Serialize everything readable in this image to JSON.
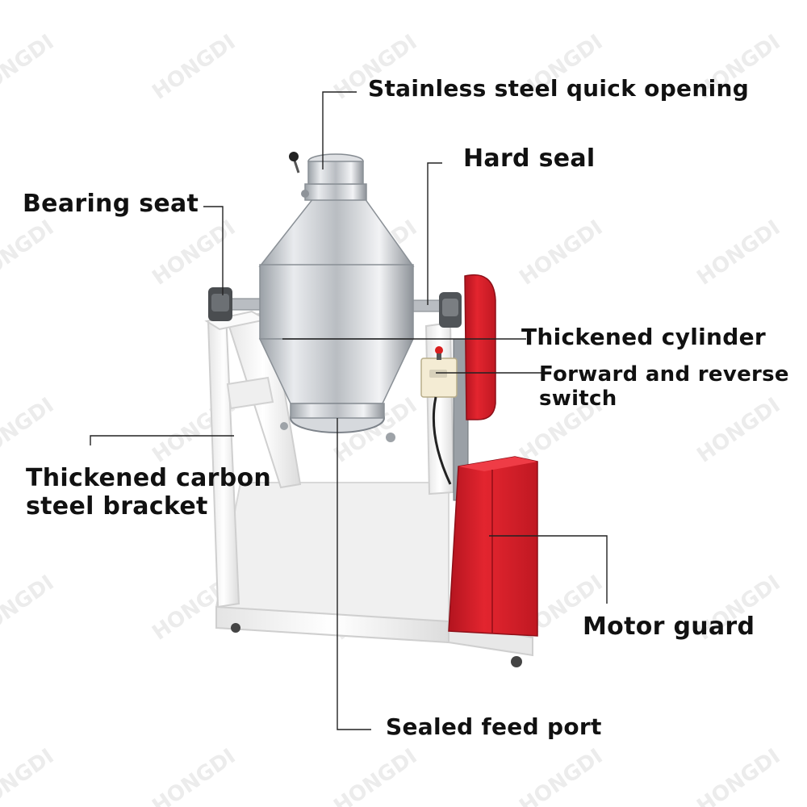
{
  "watermark": "HONGDI",
  "colors": {
    "steel": "#c2c5c9",
    "steel_dark": "#8b9096",
    "frame": "#f4f4f4",
    "motor_red": "#d8202d",
    "leader": "#222222",
    "text": "#111111"
  },
  "labels": {
    "quick_opening": "Stainless steel quick opening",
    "hard_seal": "Hard seal",
    "bearing_seat": "Bearing seat",
    "thickened_cylinder": "Thickened cylinder",
    "switch_line1": "Forward and reverse",
    "switch_line2": "switch",
    "bracket_line1": "Thickened carbon",
    "bracket_line2": "steel bracket",
    "motor_guard": "Motor guard",
    "feed_port": "Sealed feed port"
  }
}
